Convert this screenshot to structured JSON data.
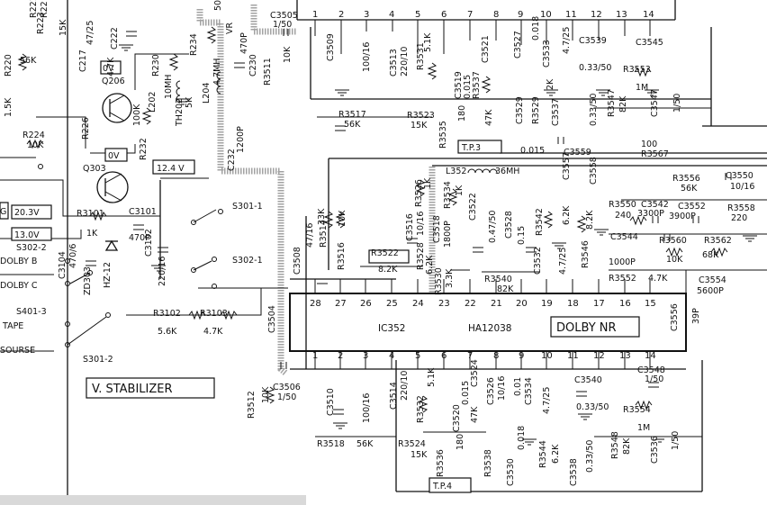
{
  "ic": {
    "ref": "IC352",
    "part": "HA12038",
    "function_label": "DOLBY NR",
    "top_pins": [
      "28",
      "27",
      "26",
      "25",
      "24",
      "23",
      "22",
      "21",
      "20",
      "19",
      "18",
      "17",
      "16",
      "15"
    ],
    "bottom_pins": [
      "1",
      "2",
      "3",
      "4",
      "5",
      "6",
      "7",
      "8",
      "9",
      "10",
      "11",
      "12",
      "13",
      "14"
    ],
    "upper_pins": [
      "1",
      "2",
      "3",
      "4",
      "5",
      "6",
      "7",
      "8",
      "9",
      "10",
      "11",
      "12",
      "13",
      "14"
    ]
  },
  "section_label": "V. STABILIZER",
  "voltages": {
    "v_0v_a": "0V",
    "v_0v_b": "0V",
    "v_12_4": "12.4 V",
    "v_20_3": "20.3V",
    "v_13_0": "13.0V"
  },
  "test_points": {
    "tp3": "T.P.3",
    "tp4": "T.P.4"
  },
  "switches": {
    "s3301_1": "S301-1",
    "s3302_1": "S302-1",
    "s3302_2": "S302-2",
    "s3401_3": "S401-3",
    "s3301_2": "S301-2",
    "dolby_b": "DOLBY B",
    "dolby_c": "DOLBY C",
    "tape": "TAPE",
    "source": "SOURSE",
    "partial_g": "G"
  },
  "left_components": {
    "r220": "R220",
    "r220_v": "56K",
    "r223": "R223",
    "r223_v": "15K",
    "r221": "R221",
    "r222": "R22",
    "c217": "C217",
    "c217_v": "47/25",
    "c222": "C222",
    "c222_v": "4.7K",
    "r230": "R230",
    "r234": "R234",
    "l204": "L204",
    "l204_v": "4.7MH",
    "c230": "C230",
    "c234": "470P",
    "q206": "Q206",
    "r226": "R226",
    "r224": "R224",
    "r224_v": "10K",
    "r231_v": "100K",
    "l202": "L202",
    "l202_v": "10MH",
    "th202": "TH202",
    "th202_v": "5K",
    "r232": "R232",
    "q303": "Q303",
    "r1": "1.5K",
    "c232": "C232",
    "c232_v": "1200P",
    "r3101": "R3101",
    "r3101_v": "1K",
    "c3101": "C3101",
    "c3101_v": "470P",
    "c3104": "C3104",
    "c3104_v": "470/6",
    "zd303": "ZD303",
    "hz": "HZ-12",
    "c3102": "C3102",
    "c3102_v": "220/16",
    "r3102": "R3102",
    "r3102_v": "5.6K",
    "r3103": "R3103",
    "r3103_v": "4.7K",
    "vr": "VR",
    "v500": "50"
  },
  "upper_row": {
    "c3505": "C3505",
    "c3505_v": "1/50",
    "r3511": "R3511",
    "r3511_v": "10K",
    "c3509": "C3509",
    "c3509_v": "100/16",
    "c3513": "C3513",
    "c3513_v": "220/10",
    "r3531": "R3531",
    "r3531_v": "5.1K",
    "c3519": "C3519",
    "c3519_v": "0.015",
    "c3521": "C3521",
    "r3537": "R3537",
    "c3527": "C3527",
    "c3527_v": "0.018",
    "c3533": "C3533",
    "c3533_v": "4.7/25",
    "c3539": "C3539",
    "c3539_v": "0.33/50",
    "c3545": "C3545",
    "r3553": "R3553",
    "r3553_v": "1M",
    "r3547": "R3547",
    "r3547_v": "82K",
    "c3547": "C3547",
    "c3547_v": "1/50",
    "r3517": "R3517",
    "r3517_v": "56K",
    "r3523": "R3523",
    "r3523_v": "15K",
    "r3535": "R3535",
    "r3535_v": "180",
    "r3535b": "47K",
    "c3529": "C3529",
    "r3529": "R3529",
    "c3537": "C3537",
    "c3537_v": "0.33/50",
    "c3559": "C3559",
    "c3559_v": "0.015",
    "r3567": "R3567",
    "r3567_v": "100",
    "c3531": "2K"
  },
  "middle": {
    "l352": "L352",
    "l352_v": "36MH",
    "c3557": "C3557",
    "c3558": "C3558",
    "r3526": "R3526",
    "r3526_v": "1K",
    "r3534": "R3534",
    "r3534_v": "1K",
    "c3516": "C3516",
    "c3516_v": "10/16",
    "c3518": "C3518",
    "c3518_v": "1800P",
    "c3522": "C3522",
    "c3522_v": "0.47/50",
    "c3528": "C3528",
    "c3528_v": "0.15",
    "r3542": "R3542",
    "r3542_v": "6.2K",
    "c3532": "C3532",
    "c3532_v": "4.7/25",
    "r3550": "R3550",
    "r3550_v": "240",
    "c3542": "C3542",
    "c3542_v": "3300P",
    "c3552": "C3552",
    "c3552_v": "3900P",
    "r3556": "R3556",
    "r3556_v": "56K",
    "c3550": "C3550",
    "c3550_v": "10/16",
    "r3558": "R3558",
    "r3558_v": "220",
    "c3544": "C3544",
    "c3544_v": "1000P",
    "r3560": "R3560",
    "r3560_v": "10K",
    "r3562": "R3562",
    "r3562_v": "68K",
    "r3552": "R3552",
    "r3552_v": "4.7K",
    "c3554": "C3554",
    "c3554_v": "5600P",
    "r3546": "R3546",
    "r3546_v": "8.2K",
    "r3522": "R3522",
    "r3522_v": "8.2K",
    "r3528": "R3528",
    "r3528_v": "6.2K",
    "r3530": "R3530",
    "r3530_v": "3.3K",
    "r3540": "R3540",
    "r3540_v": "82K",
    "c3508": "C3508",
    "c3508_v": "47/16",
    "r3514": "R3514",
    "r3514_v": "33K",
    "r3516": "R3516",
    "r3516_v": "10K",
    "c3504": "C3504",
    "c3556": "C3556",
    "c3556_v": "39P"
  },
  "lower_row": {
    "r3512": "R3512",
    "r3512_v": "10K",
    "c3506": "C3506",
    "c3506_v": "1/50",
    "c3510": "C3510",
    "c3510_v": "100/16",
    "c3514": "C3514",
    "c3514_v": "220/10",
    "r3532": "R3532",
    "r3532_v": "5.1K",
    "c3520": "C3520",
    "c3520_v": "0.015",
    "c3524": "C3524",
    "r3538": "R3538",
    "r3538_v": "47K",
    "c3526": "C3526",
    "c3526_v": "10/16",
    "c3530": "C3530",
    "c3530_v": "0.018",
    "c3534": "C3534",
    "c3534_v": "4.7/25",
    "c3540": "C3540",
    "c3540_v": "0.33/50",
    "c3538": "C3538",
    "c3538_v": "0.33/50",
    "r3544": "R3544",
    "r3544_v": "6.2K",
    "c3548": "C3548",
    "c3548_v": "1/50",
    "r3554": "R3554",
    "r3554_v": "1M",
    "r3548": "R3548",
    "r3548_v": "82K",
    "c3548b": "1/50",
    "r3518": "R3518",
    "r3518_v": "56K",
    "r3524": "R3524",
    "r3524_v": "15K",
    "r3536": "R3536",
    "r3536_v": "180",
    "c3536": "0.01",
    "r3536b": "C3536"
  }
}
